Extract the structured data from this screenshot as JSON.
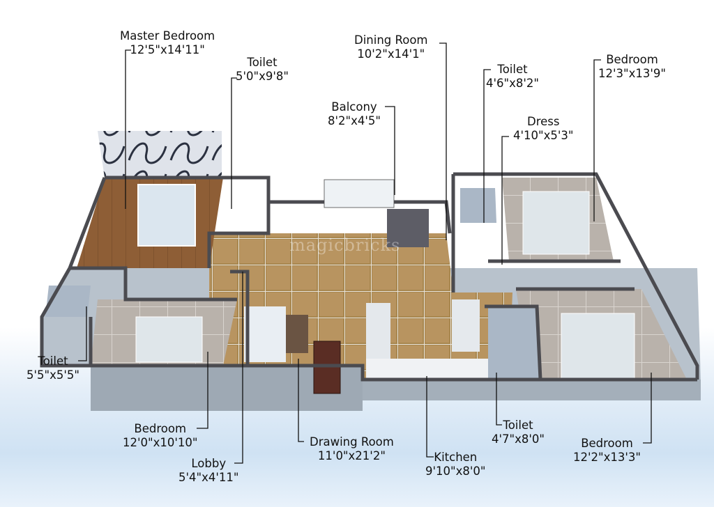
{
  "diagram": {
    "type": "3D floor plan",
    "watermark": "magicbricks",
    "rooms": [
      {
        "id": "master-bedroom",
        "name": "Master Bedroom",
        "dims": "12'5\"x14'11\""
      },
      {
        "id": "toilet-master",
        "name": "Toilet",
        "dims": "5'0\"x9'8\""
      },
      {
        "id": "dining-room",
        "name": "Dining Room",
        "dims": "10'2\"x14'1\""
      },
      {
        "id": "balcony",
        "name": "Balcony",
        "dims": "8'2\"x4'5\""
      },
      {
        "id": "toilet-ne",
        "name": "Toilet",
        "dims": "4'6\"x8'2\""
      },
      {
        "id": "bedroom-ne",
        "name": "Bedroom",
        "dims": "12'3\"x13'9\""
      },
      {
        "id": "dress",
        "name": "Dress",
        "dims": "4'10\"x5'3\""
      },
      {
        "id": "toilet-w",
        "name": "Toilet",
        "dims": "5'5\"x5'5\""
      },
      {
        "id": "bedroom-sw",
        "name": "Bedroom",
        "dims": "12'0\"x10'10\""
      },
      {
        "id": "lobby",
        "name": "Lobby",
        "dims": "5'4\"x4'11\""
      },
      {
        "id": "drawing-room",
        "name": "Drawing Room",
        "dims": "11'0\"x21'2\""
      },
      {
        "id": "kitchen",
        "name": "Kitchen",
        "dims": "9'10\"x8'0\""
      },
      {
        "id": "toilet-se",
        "name": "Toilet",
        "dims": "4'7\"x8'0\""
      },
      {
        "id": "bedroom-se",
        "name": "Bedroom",
        "dims": "12'2\"x13'3\""
      }
    ],
    "colors": {
      "wall_top": "#4a4a4f",
      "wall_face": "#c9d0d8",
      "floor_tile": "#a98a55",
      "floor_wood": "#8a5a32",
      "floor_grey": "#b9b4ae",
      "bath_floor": "#aab7c6",
      "label": "#111111"
    }
  }
}
